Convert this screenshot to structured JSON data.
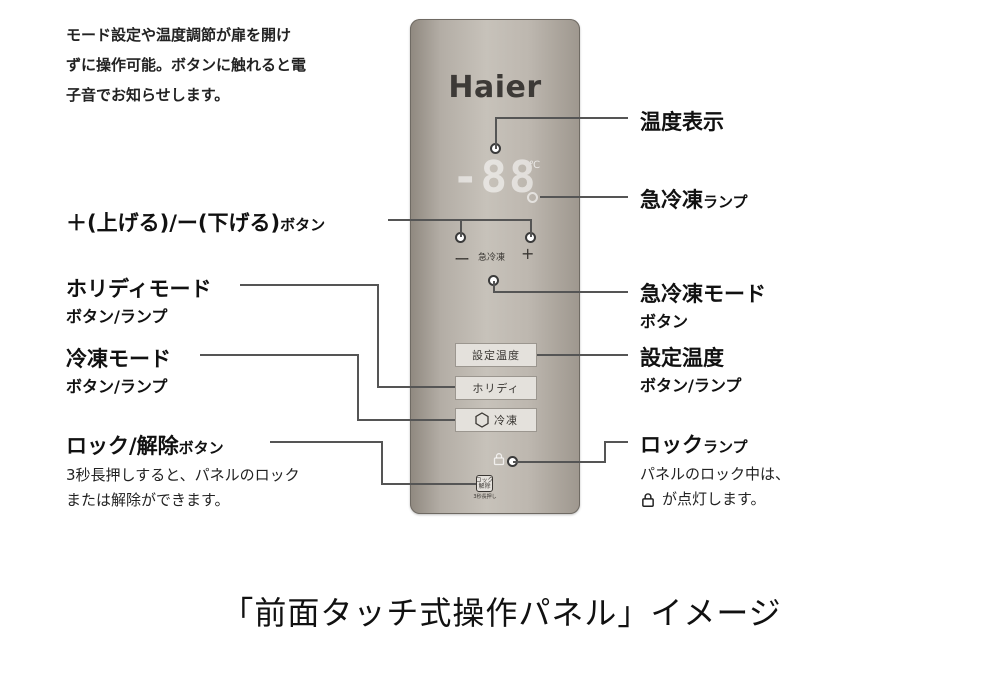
{
  "intro": {
    "line1": "モード設定や温度調節が扉を開け",
    "line2": "ずに操作可能。ボタンに触れると電",
    "line3": "子音でお知らせします。"
  },
  "panel": {
    "brand": "Haier",
    "display_digits": "-88",
    "unit": "℃",
    "minus": "ー",
    "plus": "+",
    "quick_freeze": "急冷凍",
    "btn_set_temp": "設定温度",
    "btn_holiday": "ホリディ",
    "btn_freeze": "冷凍",
    "freeze_icon": "hexagon-icon",
    "lock_btn_text": "ロック\n解除",
    "lock_btn_sub": "3秒長押し",
    "lock_lamp_icon": "lock-icon"
  },
  "labels": {
    "temp_display": "温度表示",
    "quick_lamp_main": "急冷凍",
    "quick_lamp_small": "ランプ",
    "plusminus_main": "＋(上げる)/ー(下げる)",
    "plusminus_small": "ボタン",
    "quick_mode_main": "急冷凍モード",
    "quick_mode_sub": "ボタン",
    "holiday_main": "ホリディモード",
    "holiday_sub": "ボタン/ランプ",
    "freeze_main": "冷凍モード",
    "freeze_sub": "ボタン/ランプ",
    "set_temp_main": "設定温度",
    "set_temp_sub": "ボタン/ランプ",
    "lock_main": "ロック/解除",
    "lock_small": "ボタン",
    "lock_desc1": "3秒長押しすると、パネルのロック",
    "lock_desc2": "または解除ができます。",
    "lock_lamp_main": "ロック",
    "lock_lamp_small": "ランプ",
    "lock_lamp_desc1": "パネルのロック中は、",
    "lock_lamp_desc2": "が点灯します。"
  },
  "caption": "「前面タッチ式操作パネル」イメージ"
}
